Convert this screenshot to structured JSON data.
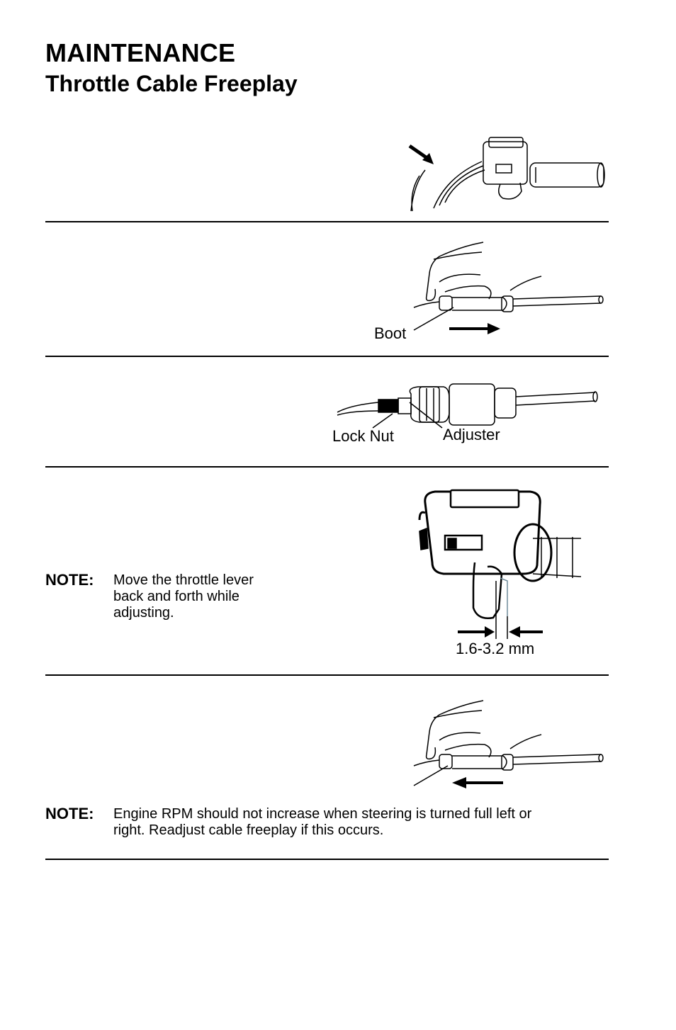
{
  "header": {
    "title": "MAINTENANCE",
    "subtitle": "Throttle Cable Freeplay"
  },
  "figures": {
    "boot_label": "Boot",
    "lock_nut_label": "Lock Nut",
    "adjuster_label": "Adjuster",
    "gap_label": "1.6-3.2 mm"
  },
  "notes": [
    {
      "label": "NOTE:",
      "lines": [
        "Move the throttle lever",
        "back and forth while",
        "adjusting."
      ]
    },
    {
      "label": "NOTE:",
      "lines": [
        "Engine RPM should not increase when steering is turned full left or",
        "right. Readjust cable freeplay if this occurs."
      ]
    }
  ]
}
